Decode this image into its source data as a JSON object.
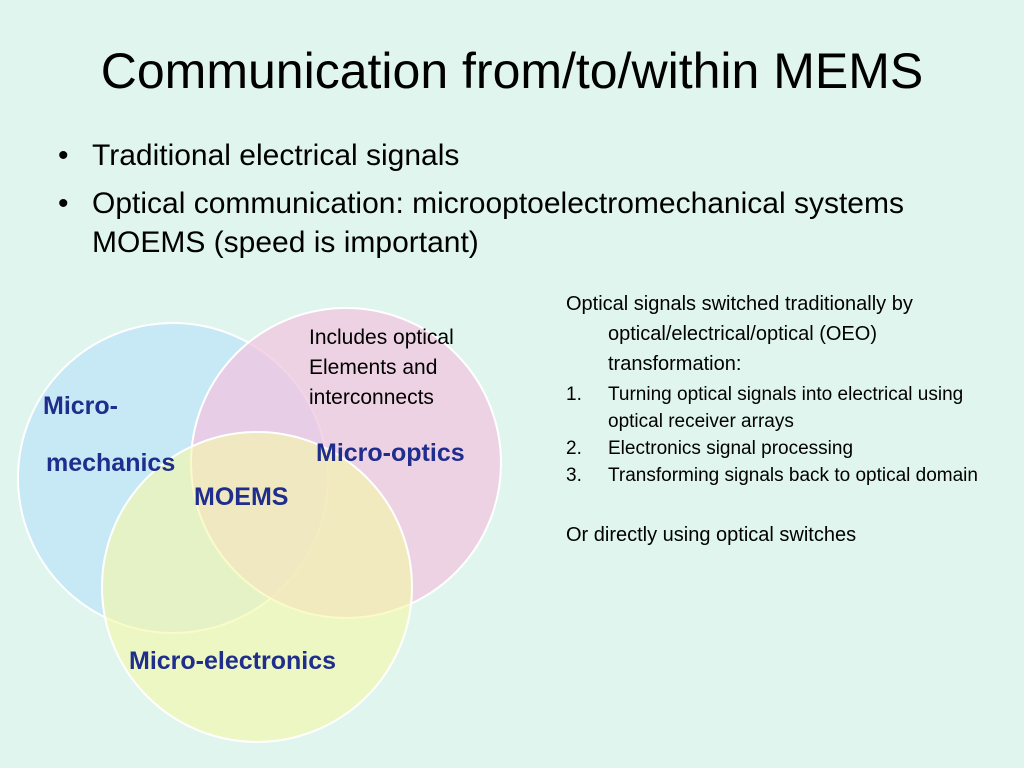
{
  "title": "Communication from/to/within MEMS",
  "bullets": [
    {
      "marker": "•",
      "text": "Traditional electrical signals"
    },
    {
      "marker": "•",
      "text": "Optical communication: microoptoelectromechanical systems MOEMS (speed is important)"
    }
  ],
  "venn": {
    "circles": [
      {
        "name": "mechanics",
        "color": "#bfe3f7"
      },
      {
        "name": "optics",
        "color": "#f2c6e0"
      },
      {
        "name": "electronics",
        "color": "#f5f9a8"
      }
    ],
    "labels": {
      "mechanics_line1": "Micro-",
      "mechanics_line2": "mechanics",
      "optics": "Micro-optics",
      "electronics": "Micro-electronics",
      "center": "MOEMS",
      "note_line1": "Includes optical",
      "note_line2": "Elements and",
      "note_line3": "interconnects"
    },
    "label_color": "#1f2d8c"
  },
  "side": {
    "intro": "Optical signals switched traditionally by optical/electrical/optical (OEO) transformation:",
    "steps": [
      {
        "num": "1.",
        "text": "Turning optical signals into electrical using optical receiver arrays"
      },
      {
        "num": "2.",
        "text": "Electronics signal processing"
      },
      {
        "num": "3.",
        "text": "Transforming signals back to optical domain"
      }
    ],
    "outro": "Or directly using optical switches"
  },
  "background_color": "#dff5ee"
}
